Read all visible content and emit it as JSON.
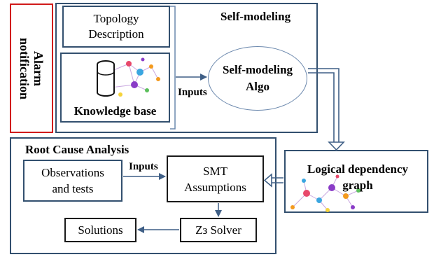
{
  "alarm": {
    "label": "Alarm notification",
    "label_lines": [
      "Alarm",
      "notification"
    ],
    "border_color": "#d11a1a"
  },
  "self_modeling": {
    "title": "Self-modeling",
    "topology": {
      "label": "Topology Description",
      "lines": [
        "Topology",
        "Description"
      ]
    },
    "knowledge_base": {
      "label": "Knowledge base",
      "icon": "database-cylinder-icon"
    },
    "inputs_label": "Inputs",
    "algo": {
      "label": "Self-modeling Algo",
      "lines": [
        "Self-modeling",
        "Algo"
      ]
    }
  },
  "root_cause_analysis": {
    "title": "Root Cause Analysis",
    "observations": {
      "label": "Observations and tests",
      "lines": [
        "Observations",
        "and tests"
      ]
    },
    "inputs_label": "Inputs",
    "smt": {
      "label": "SMT Assumptions",
      "lines": [
        "SMT",
        "Assumptions"
      ]
    },
    "z3_solver": {
      "label": "Z3 Solver",
      "label_text": "Zз Solver"
    },
    "solutions": {
      "label": "Solutions"
    }
  },
  "logical_dependency_graph": {
    "label": "Logical dependency graph",
    "lines": [
      "Logical dependency",
      "graph"
    ]
  },
  "colors": {
    "box_border": "#33506f",
    "arrow": "#3f5f86",
    "ellipse_border": "#6b88ad",
    "network_node_colors": [
      "#e8486b",
      "#f39a1e",
      "#3aa6e0",
      "#8a3cc7",
      "#5bbf5b",
      "#f5d33a"
    ]
  }
}
